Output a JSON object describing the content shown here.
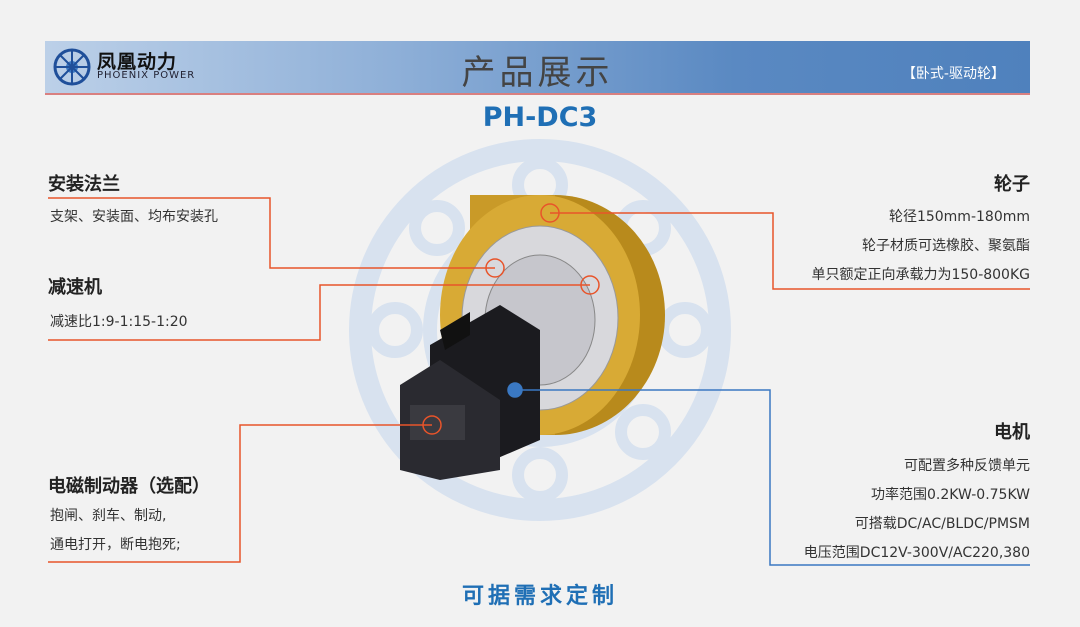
{
  "header": {
    "logo_cn": "凤凰动力",
    "logo_en": "PHOENIX POWER",
    "title": "产品展示",
    "tag": "【卧式-驱动轮】"
  },
  "model": "PH-DC3",
  "callouts": {
    "flange": {
      "title": "安装法兰",
      "lines": [
        "支架、安装面、均布安装孔"
      ]
    },
    "reducer": {
      "title": "减速机",
      "lines": [
        "减速比1:9-1:15-1:20"
      ]
    },
    "brake": {
      "title": "电磁制动器（选配）",
      "lines": [
        "抱闸、刹车、制动,",
        "通电打开，断电抱死;"
      ]
    },
    "wheel": {
      "title": "轮子",
      "lines": [
        "轮径150mm-180mm",
        "轮子材质可选橡胶、聚氨酯",
        "单只额定正向承载力为150-800KG"
      ]
    },
    "motor": {
      "title": "电机",
      "lines": [
        "可配置多种反馈单元",
        "功率范围0.2KW-0.75KW",
        "可搭载DC/AC/BLDC/PMSM",
        "电压范围DC12V-300V/AC220,380"
      ]
    }
  },
  "footer": "可据需求定制",
  "colors": {
    "accent": "#1f6fb5",
    "leader_orange": "#e8542a",
    "leader_blue": "#3a78c2"
  }
}
